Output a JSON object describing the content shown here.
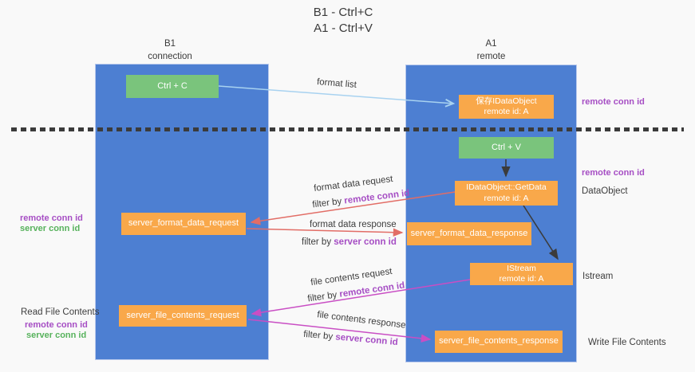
{
  "title": {
    "line1": "B1 - Ctrl+C",
    "line2": "A1 - Ctrl+V"
  },
  "columns": {
    "left": {
      "name": "B1",
      "sub": "connection"
    },
    "right": {
      "name": "A1",
      "sub": "remote"
    }
  },
  "boxes": {
    "ctrl_c": "Ctrl + C",
    "save_idataobject": {
      "line1": "保存IDataObject",
      "line2": "remote id: A"
    },
    "ctrl_v": "Ctrl + V",
    "getdata": {
      "line1": "IDataObject::GetData",
      "line2": "remote id: A"
    },
    "format_request": "server_format_data_request",
    "format_response": "server_format_data_response",
    "istream": {
      "line1": "IStream",
      "line2": "remote id: A"
    },
    "file_request": "server_file_contents_request",
    "file_response": "server_file_contents_response"
  },
  "side_labels": {
    "remote_conn_id_top": "remote conn id",
    "remote_conn_id_mid": "remote conn id",
    "dataobject": "DataObject",
    "istream": "Istream",
    "write_file_contents": "Write File Contents",
    "read_file_contents": "Read File Contents",
    "left_remote_1": "remote conn id",
    "left_server_1": "server conn id",
    "left_remote_2": "remote conn id",
    "left_server_2": "server conn id"
  },
  "arrow_labels": {
    "format_list": "format list",
    "format_request": {
      "line1": "format data request",
      "filter": "filter by",
      "conn": "remote conn id"
    },
    "format_response": {
      "line1": "format data response",
      "filter": "filter by",
      "conn": "server conn id"
    },
    "file_request": {
      "line1": "file contents request",
      "filter": "filter by",
      "conn": "remote conn id"
    },
    "file_response": {
      "line1": "file contents response",
      "filter": "filter by",
      "conn": "server conn id"
    }
  },
  "colors": {
    "column_blue": "#4d7fd2",
    "box_green": "#7ac47c",
    "box_orange": "#f9a84a",
    "arrow_blue": "#a8d2f0",
    "arrow_red": "#e26d66",
    "arrow_magenta": "#c94ec4",
    "arrow_black": "#3b3b3b",
    "text_purple": "#a64ec4",
    "text_green": "#57b25c",
    "text_dark": "#3d3d3d",
    "background": "#f9f9f9"
  }
}
